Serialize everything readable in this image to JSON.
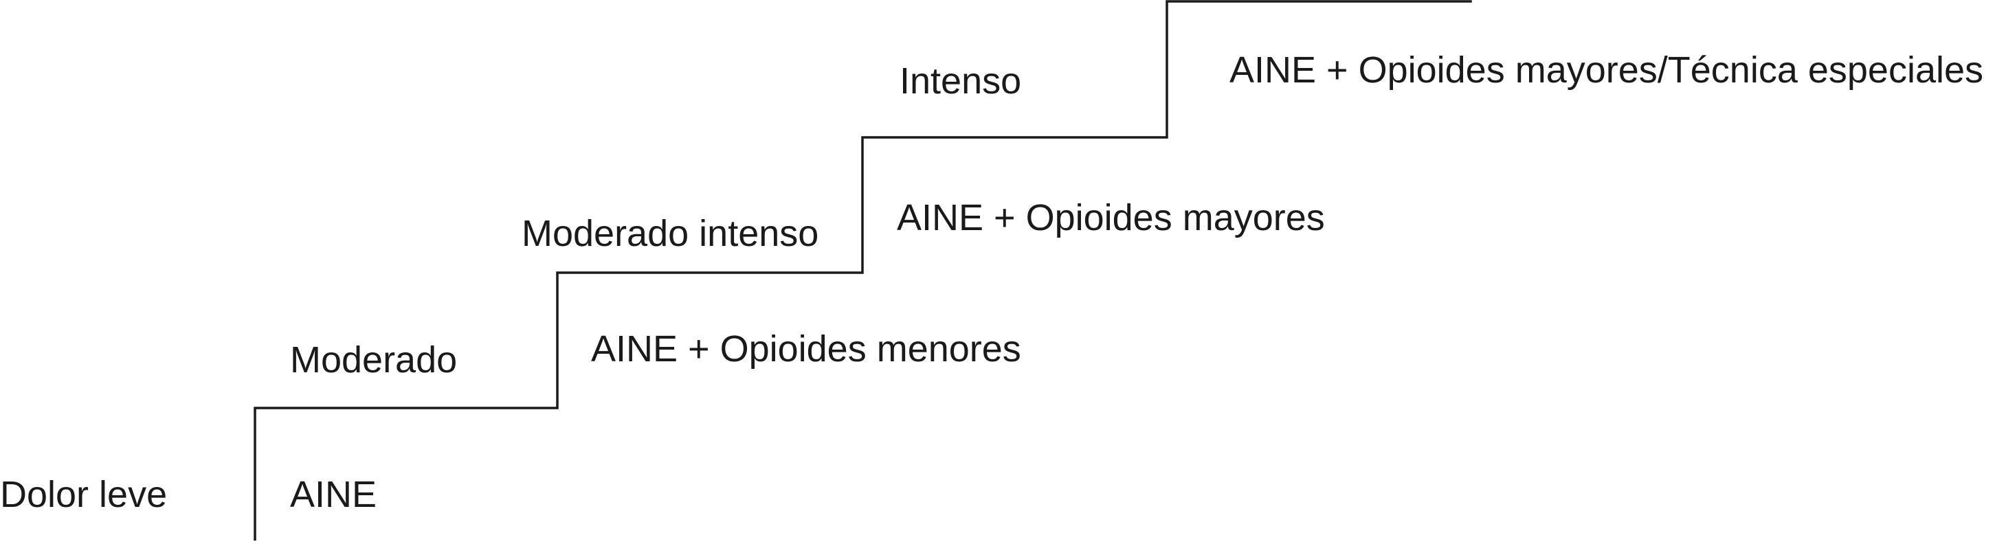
{
  "levels": [
    {
      "pain": "Dolor leve",
      "treatment": "AINE"
    },
    {
      "pain": "Moderado",
      "treatment": "AINE + Opioides menores"
    },
    {
      "pain": "Moderado intenso",
      "treatment": "AINE + Opioides mayores"
    },
    {
      "pain": "Intenso",
      "treatment": "AINE + Opioides mayores/Técnica especiales"
    }
  ],
  "line_color": "#1a1a1a",
  "text_color": "#1a1a1a"
}
